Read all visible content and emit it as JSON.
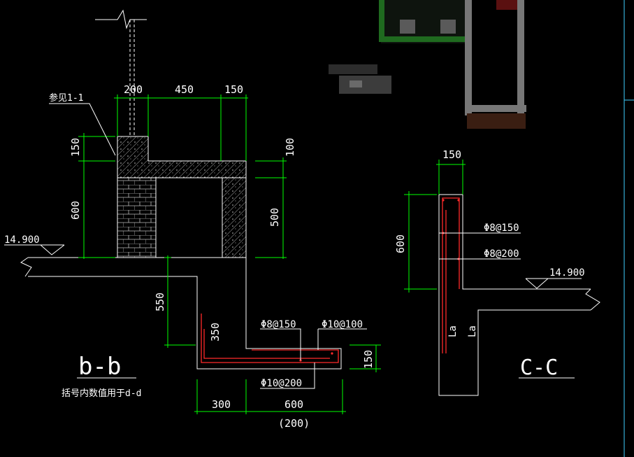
{
  "drawing": {
    "background_color": "#000000",
    "line_color": "#ffffff",
    "dimension_color": "#00ff00",
    "rebar_color": "#ff2a2a"
  },
  "section_bb": {
    "title": "b-b",
    "note": "括号内数值用于d-d",
    "callout": "参见1-1",
    "elevation": "14.900",
    "dims": {
      "top_200": "200",
      "top_450": "450",
      "top_150": "150",
      "left_150": "150",
      "left_600": "600",
      "right_100": "100",
      "right_500": "500",
      "left_550": "550",
      "inner_350": "350",
      "right_150": "150",
      "bottom_300": "300",
      "bottom_600": "600",
      "bottom_paren": "(200)"
    },
    "rebar_labels": {
      "bar_a": "Φ8@150",
      "bar_b": "Φ10@100",
      "bar_c": "Φ10@200"
    }
  },
  "section_cc": {
    "title": "C-C",
    "elevation": "14.900",
    "dims": {
      "top_150": "150",
      "left_600": "600"
    },
    "rebar_labels": {
      "bar_a": "Φ8@150",
      "bar_b": "Φ8@200",
      "la_left": "La",
      "la_right": "La"
    }
  }
}
